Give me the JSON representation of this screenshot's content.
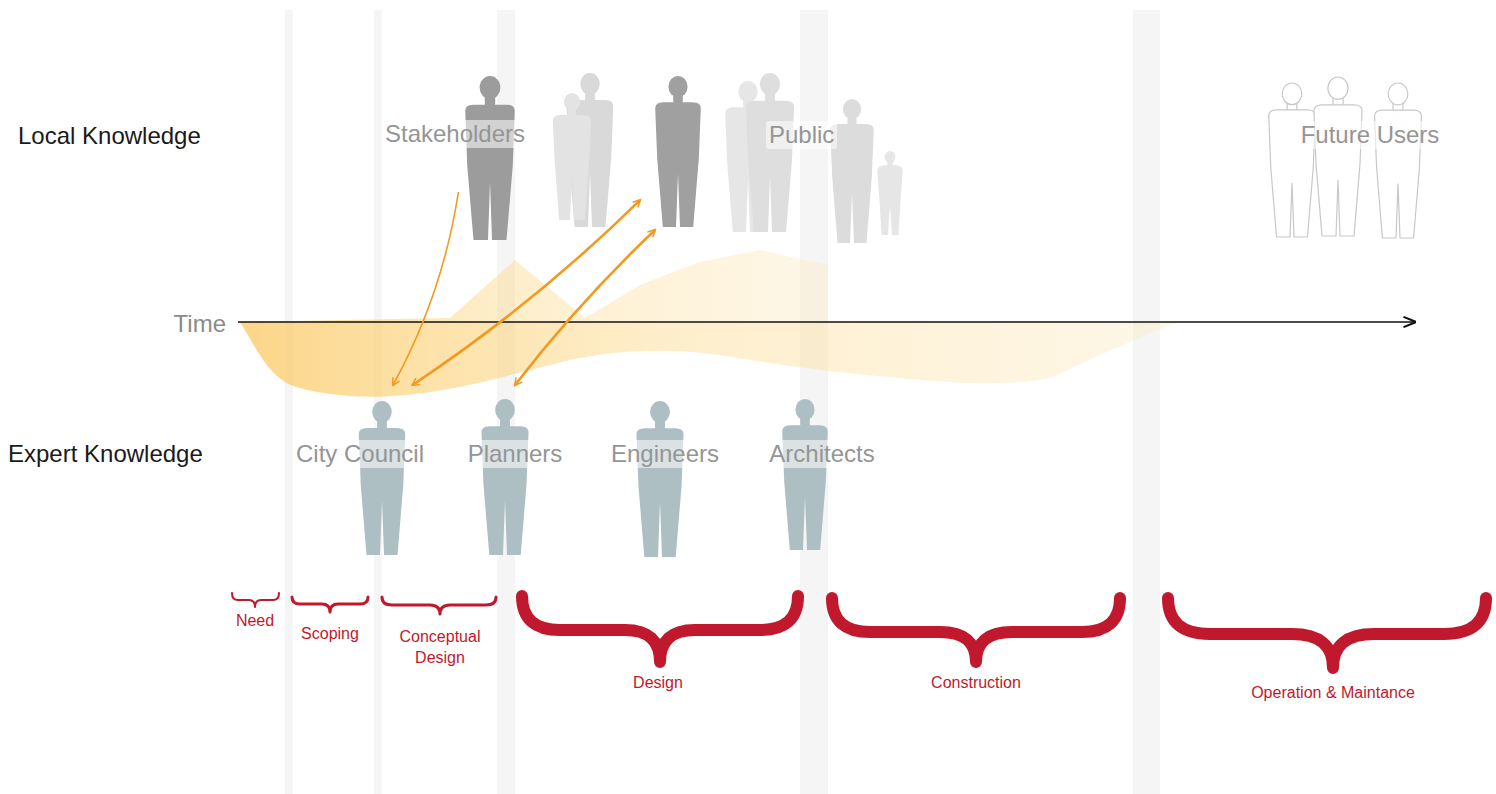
{
  "diagram": {
    "nodes": [
      {
        "text": [
          "Stakeholders"
        ]
      },
      {
        "text": [
          "Public"
        ]
      },
      {
        "text": [
          "Future Users"
        ]
      },
      {
        "text": [
          "City Council"
        ]
      },
      {
        "text": [
          "Planners"
        ]
      },
      {
        "text": [
          "Engineers"
        ]
      },
      {
        "text": [
          "Architects"
        ]
      }
    ],
    "edges": [
      {
        "from": 0,
        "to": 3,
        "arrow": "to"
      },
      {
        "from": 1,
        "to": 3,
        "arrow": "both"
      },
      {
        "from": 1,
        "to": 4,
        "arrow": "both"
      }
    ],
    "labels": [
      "Local Knowledge",
      "Time",
      "Expert Knowledge",
      "Need",
      "Scoping",
      "Conceptual Design",
      "Design",
      "Construction",
      "Operation & Maintance"
    ]
  }
}
